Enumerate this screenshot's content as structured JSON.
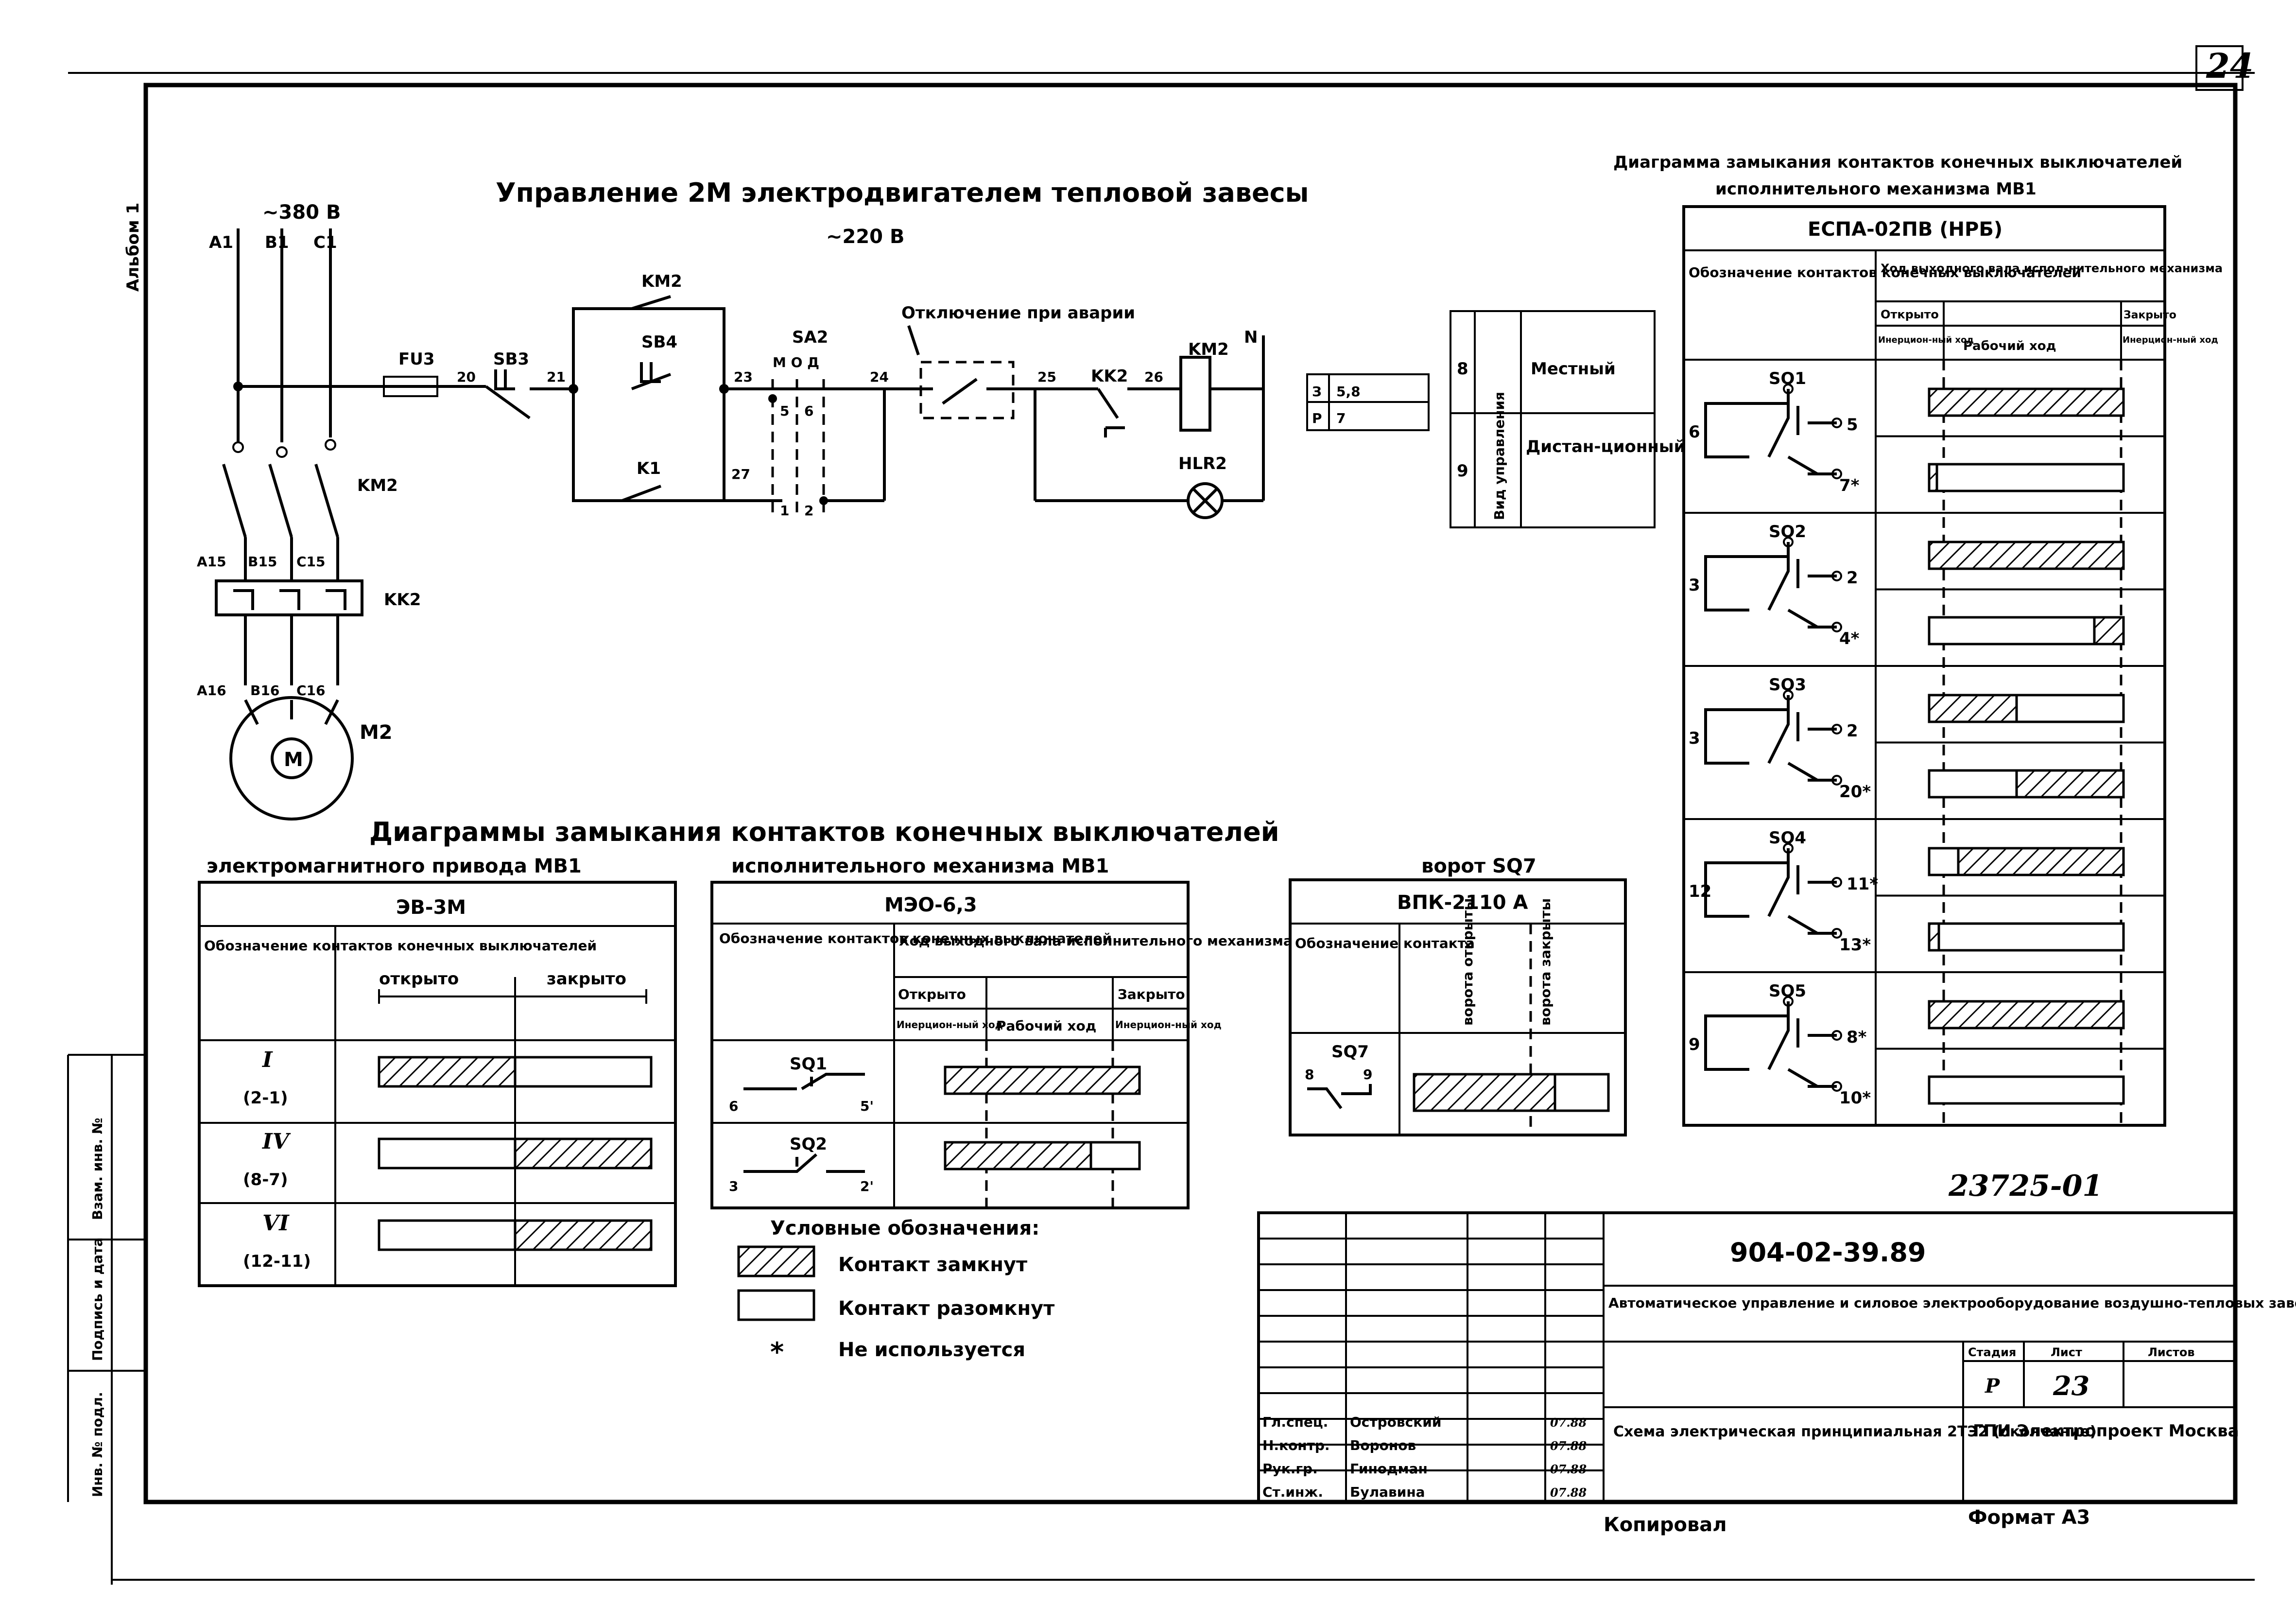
{
  "sheet": {
    "number": "24",
    "album": "Альбом 1",
    "side_stamp": [
      "Взам. инв. №",
      "Подпись и дата",
      "Инв. № подл."
    ]
  },
  "power": {
    "title_voltage": "~380 В",
    "phases": [
      "A1",
      "B1",
      "C1"
    ],
    "contactor": "KM2",
    "terminals_upper": [
      "A15",
      "B15",
      "C15"
    ],
    "relay": "KK2",
    "terminals_lower": [
      "A16",
      "B16",
      "C16"
    ],
    "motor_symbol": "M",
    "motor_label": "M2"
  },
  "control": {
    "title": "Управление 2М электродвигателем тепловой завесы",
    "voltage": "~220 В",
    "fuse": "FU3",
    "button_stop": "SB3",
    "button_start": "SB4",
    "km_contact": "KM2",
    "k_contact": "K1",
    "switch": "SA2",
    "switch_modes": "М О Д",
    "emergency_label": "Отключение при аварии",
    "relay_contact": "KK2",
    "coil": "KM2",
    "neutral": "N",
    "lamp": "HLR2",
    "wires": [
      "20",
      "21",
      "23",
      "24",
      "25",
      "26",
      "27"
    ],
    "switch_contacts": [
      "5",
      "6",
      "1",
      "2"
    ]
  },
  "legend_small": {
    "rows": [
      [
        "З",
        "5,8"
      ],
      [
        "Р",
        "7"
      ]
    ]
  },
  "control_mode": {
    "header": "Вид управления",
    "rows": [
      {
        "num": "8",
        "label": "Местный"
      },
      {
        "num": "9",
        "label": "Дистан-ционный"
      }
    ]
  },
  "diagram_caption": {
    "title": "Диаграммы замыкания контактов конечных выключателей",
    "sub1": "электромагнитного привода МВ1",
    "sub2": "исполнительного механизма МВ1",
    "sub3": "ворот SQ7"
  },
  "table_ev": {
    "title": "ЭВ-3М",
    "col_header": "Обозначение контактов конечных выключателей",
    "col_open": "открыто",
    "col_closed": "закрыто",
    "rows": [
      {
        "id": "I",
        "contacts": "(2-1)",
        "open": true,
        "closed": false
      },
      {
        "id": "IV",
        "contacts": "(8-7)",
        "open": false,
        "closed": true
      },
      {
        "id": "VI",
        "contacts": "(12-11)",
        "open": false,
        "closed": true
      }
    ]
  },
  "table_meo": {
    "title": "МЭО-6,3",
    "col_header": "Обозначение контактов конечных выключателей",
    "stroke_header": "Ход выходного вала исполнительного механизма",
    "open": "Открыто",
    "closed": "Закрыто",
    "inertial": "Инерцион-ный ход",
    "working": "Рабочий ход",
    "rows": [
      {
        "switch": "SQ1",
        "pins": [
          "6",
          "5'"
        ]
      },
      {
        "switch": "SQ2",
        "pins": [
          "3",
          "2'"
        ]
      }
    ]
  },
  "table_vpk": {
    "title": "ВПК-2110 А",
    "col_header": "Обозначение контакта",
    "gate_open": "ворота открыты",
    "gate_closed": "ворота закрыты",
    "row": {
      "switch": "SQ7",
      "pins": [
        "8",
        "9"
      ]
    }
  },
  "legend": {
    "title": "Условные обозначения:",
    "closed": "Контакт замкнут",
    "open": "Контакт разомкнут",
    "star_symbol": "*",
    "unused": "Не используется"
  },
  "table_espa": {
    "caption1": "Диаграмма замыкания контактов конечных выключателей",
    "caption2": "исполнительного механизма МВ1",
    "title": "ЕСПА-02ПВ (НРБ)",
    "col_header": "Обозначение контактов конечных выключателей",
    "stroke_header": "Ход выходного вала испол-нительного механизма",
    "open": "Открыто",
    "closed": "Закрыто",
    "inertial": "Инерцион-ный ход",
    "working": "Рабочий ход",
    "switches": [
      {
        "name": "SQ1",
        "common": "6",
        "pins": [
          "5",
          "7*"
        ]
      },
      {
        "name": "SQ2",
        "common": "3",
        "pins": [
          "2",
          "4*"
        ]
      },
      {
        "name": "SQ3",
        "common": "3",
        "pins": [
          "2",
          "20*"
        ]
      },
      {
        "name": "SQ4",
        "common": "12",
        "pins": [
          "11*",
          "13*"
        ]
      },
      {
        "name": "SQ5",
        "common": "9",
        "pins": [
          "8*",
          "10*"
        ]
      }
    ]
  },
  "title_block": {
    "drawing_code": "23725-01",
    "project": "904-02-39.89",
    "name": "Автоматическое управление и силовое электрооборудование воздушно-тепловых завес",
    "stage_h": "Стадия",
    "sheet_h": "Лист",
    "sheets_h": "Листов",
    "stage": "Р",
    "sheet": "23",
    "sheet_title": "Схема электрическая принципиальная 2ТЭ2 (окончание)",
    "org": "ГПИ Электропроект Москва",
    "roles": [
      "Гл.спец.",
      "Н.контр.",
      "Рук.гр.",
      "Ст.инж."
    ],
    "names": [
      "Островский",
      "Воронов",
      "Гинодман",
      "Булавина"
    ],
    "dates": [
      "07.88",
      "07.88",
      "07.88",
      "07.88"
    ],
    "copied": "Копировал",
    "format": "Формат А3"
  }
}
